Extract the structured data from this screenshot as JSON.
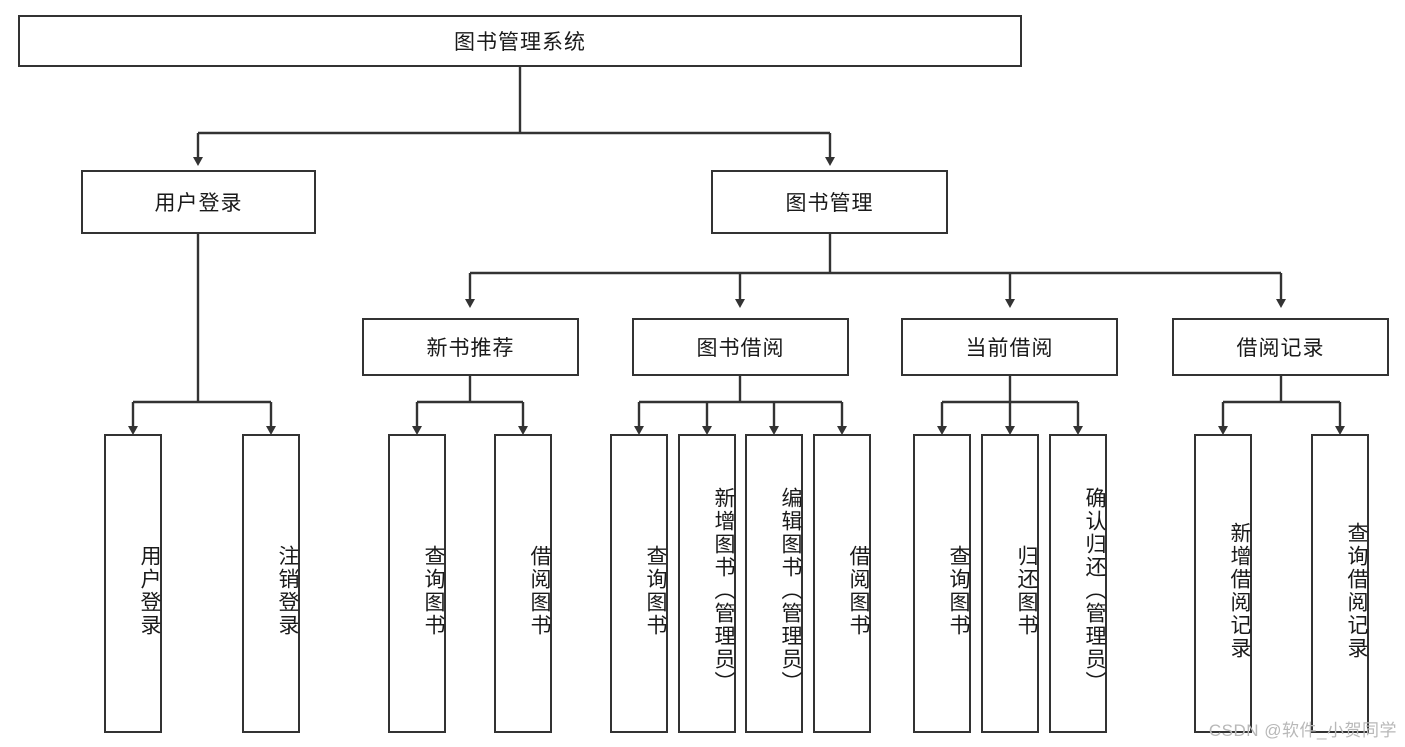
{
  "diagram": {
    "title": "图书管理系统",
    "watermark": "CSDN @软件_小贺同学",
    "line_color": "#333333",
    "box_fill": "#ffffff",
    "text_color": "#1a1a1a"
  },
  "nodes": {
    "root": {
      "label": "图书管理系统"
    },
    "level2": [
      {
        "label": "用户登录"
      },
      {
        "label": "图书管理"
      }
    ],
    "level3": [
      {
        "label": "新书推荐"
      },
      {
        "label": "图书借阅"
      },
      {
        "label": "当前借阅"
      },
      {
        "label": "借阅记录"
      }
    ],
    "leaves": {
      "user_login": [
        {
          "label": "用户登录"
        },
        {
          "label": "注销登录"
        }
      ],
      "new_book_recommend": [
        {
          "label": "查询图书"
        },
        {
          "label": "借阅图书"
        }
      ],
      "book_borrow": [
        {
          "label": "查询图书"
        },
        {
          "label": "新增图书（管理员）"
        },
        {
          "label": "编辑图书（管理员）"
        },
        {
          "label": "借阅图书"
        }
      ],
      "current_borrow": [
        {
          "label": "查询图书"
        },
        {
          "label": "归还图书"
        },
        {
          "label": "确认归还（管理员）"
        }
      ],
      "borrow_records": [
        {
          "label": "新增借阅记录"
        },
        {
          "label": "查询借阅记录"
        }
      ]
    }
  }
}
